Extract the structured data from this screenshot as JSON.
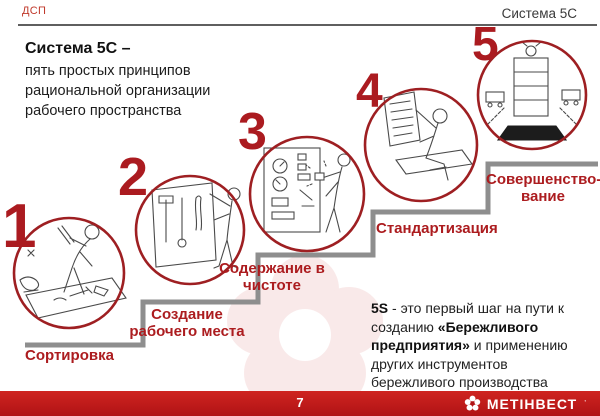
{
  "slide": {
    "classification": "ДСП",
    "header_title": "Система 5С",
    "intro_title": "Система 5С –",
    "intro_lines": [
      "пять простых принципов",
      "рациональной организации",
      "рабочего пространства"
    ]
  },
  "steps": [
    {
      "number": "1",
      "lines": [
        "Сортировка"
      ]
    },
    {
      "number": "2",
      "lines": [
        "Создание",
        "рабочего места"
      ]
    },
    {
      "number": "3",
      "lines": [
        "Содержание в",
        "чистоте"
      ]
    },
    {
      "number": "4",
      "lines": [
        "Стандартизация"
      ]
    },
    {
      "number": "5",
      "lines": [
        "Совершенство-",
        "вание"
      ]
    }
  ],
  "note": {
    "segments": [
      {
        "text": "5S",
        "bold": true
      },
      {
        "text": " - это первый шаг на пути к созданию ",
        "bold": false
      },
      {
        "text": "«Бережливого предприятия»",
        "bold": true
      },
      {
        "text": " и применению других инструментов бережливого производства",
        "bold": false
      }
    ]
  },
  "footer": {
    "page_number": "7",
    "brand": "МЕТІНВЕСТ",
    "brand_mark": "’"
  },
  "colors": {
    "accent_red": "#c11b1c",
    "dark_red": "#ab1b20",
    "stair_gray": "#8e8e8e",
    "sketch_gray": "#4a4a4a",
    "watermark_pink": "#f2cfcf"
  },
  "icons": [
    "metinvest-flower-icon",
    "watermark-flower"
  ]
}
